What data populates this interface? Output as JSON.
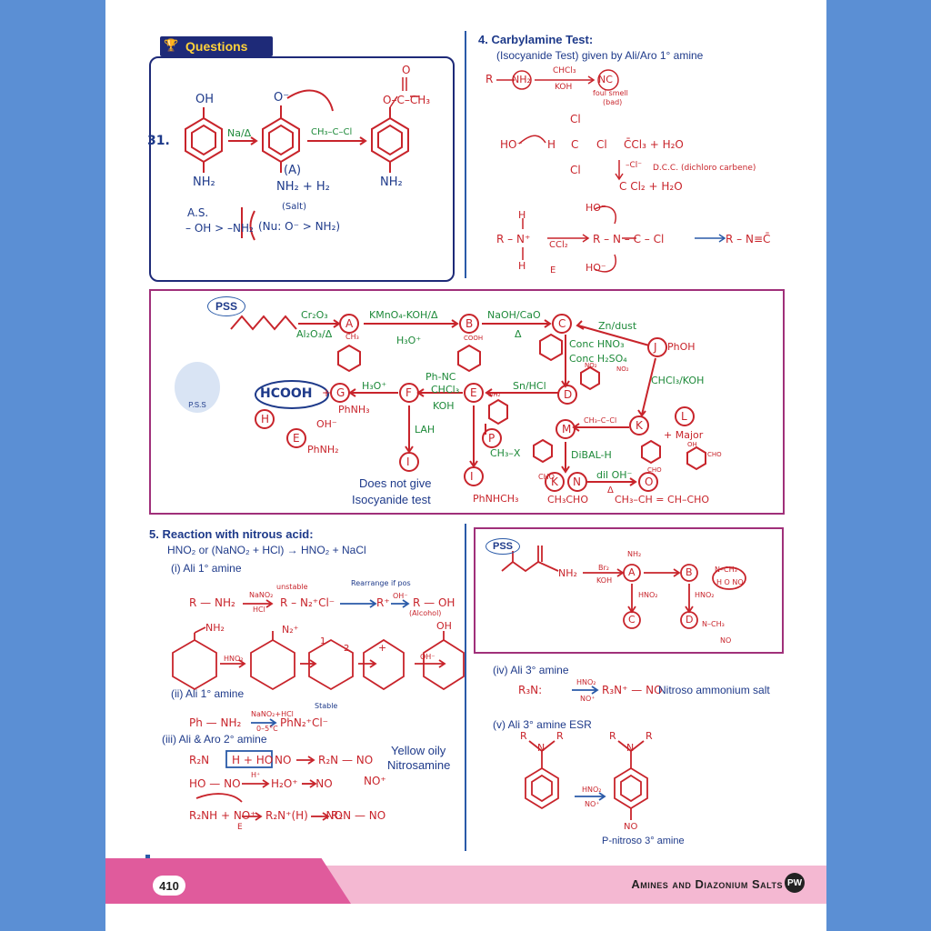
{
  "header": {
    "questions_label": "Questions"
  },
  "q31": {
    "number": "31.",
    "oh": "OH",
    "nh2_left": "NH₂",
    "reagent1": "Na/Δ",
    "o_minus": "O⁻",
    "label_a": "(A)",
    "nh2_h2": "NH₂ + H₂",
    "salt": "(Salt)",
    "reagent2": "CH₃–C–Cl",
    "product_top": "O–C–CH₃",
    "product_o": "O",
    "nh2_right": "NH₂",
    "as_label": "A.S.",
    "as_rule": "– OH > –NH₂",
    "nu_rule": "(Nu: O⁻ > NH₂)"
  },
  "carbylamine": {
    "title": "4.  Carbylamine Test:",
    "subtitle": "(Isocyanide Test) given by Ali/Aro 1° amine",
    "r": "R",
    "nh2": "NH₂",
    "chcl3": "CHCl₃",
    "koh": "KOH",
    "nc": "NC",
    "foul": "foul smell",
    "bad": "(bad)",
    "ho": "HO⁻",
    "h": "H",
    "c": "C",
    "cl": "Cl",
    "ccl3_h2o": "C̄Cl₃ + H₂O",
    "minus_cl": "–Cl⁻",
    "dcc": "D.C.C. (dichloro carbene)",
    "ccl2_h2o": "C Cl₂ + H₂O",
    "step3_left": "R – N⁺",
    "ccl2": "CCl₂",
    "e_label": "E",
    "step3_mid": "R – N – C – Cl",
    "step3_right": "R – N≡C̄"
  },
  "pss": {
    "tag": "PSS",
    "badge": "P.S.S",
    "r1_top": "Cr₂O₃",
    "r1_bot": "Al₂O₃/Δ",
    "a": "A",
    "ch3": "CH₃",
    "r2_top": "KMnO₄-KOH/Δ",
    "r2_bot": "H₃O⁺",
    "b": "B",
    "cooh": "COOH",
    "r3_top": "NaOH/CaO",
    "r3_bot": "Δ",
    "c": "C",
    "zn": "Zn/dust",
    "j": "J",
    "phoh": "PhOH",
    "conc1": "Conc HNO₃",
    "conc2": "Conc H₂SO₄",
    "no2": "NO₂",
    "chcl3koh": "CHCl₃/KOH",
    "d": "D",
    "snhcl": "Sn/HCl",
    "e": "E",
    "nh2": "NH₂",
    "phnc": "Ph-NC",
    "chcl3": "CHCl₃",
    "koh": "KOH",
    "f": "F",
    "h3o": "H₃O⁺",
    "g": "G",
    "hcooh": "HCOOH",
    "plus": "+",
    "phnh3": "PhNH₃",
    "h": "H",
    "oh_minus": "OH⁻",
    "e2": "E",
    "phnh2": "PhNH₂",
    "lah": "LAH",
    "i": "I",
    "not_give1": "Does not give",
    "not_give2": "Isocyanide test",
    "p": "P",
    "ch3x": "CH₃–X",
    "i2": "I",
    "phnhch3": "PhNHCH₃",
    "acyl": "CH₃–C–Cl",
    "m": "M",
    "cho": "CHO",
    "k": "K",
    "l": "L",
    "major": "+ Major",
    "oh": "OH",
    "dibal": "DiBAL-H",
    "k2": "K",
    "n": "N",
    "dil": "dil OH⁻",
    "delta": "Δ",
    "o": "O",
    "ch3cho": "CH₃CHO",
    "final": "CH₃–CH = CH–CHO"
  },
  "nitrous": {
    "title": "5.  Reaction with nitrous acid:",
    "eq": "HNO₂ or (NaNO₂ + HCl) → HNO₂ + NaCl",
    "i_label": "(i)  Ali 1° amine",
    "r_nh2": "R — NH₂",
    "nano2": "NaNO₂",
    "hcl": "HCl",
    "unstable": "unstable",
    "r_n2cl": "R – N₂⁺Cl⁻",
    "rearrange": "Rearrange if pos",
    "r_plus": "R⁺",
    "oh_minus": "OH⁻",
    "r_oh": "R — OH",
    "alcohol": "(Alcohol)",
    "nh2": "NH₂",
    "n2": "N₂⁺",
    "hno2": "HNO₂",
    "one": "1",
    "two": "2",
    "plus": "+",
    "oh": "OH",
    "ii_label": "(ii)  Ali 1° amine",
    "ph_nh2": "Ph — NH₂",
    "nano2_hcl": "NaNO₂+HCl",
    "temp": "0–5°C",
    "stable": "Stable",
    "phn2cl": "PhN₂⁺Cl⁻",
    "iii_label": "(iii)  Ali & Aro 2° amine",
    "r2n": "R₂N",
    "h_ho": "H + HO",
    "no": "NO",
    "r2n_no": "R₂N — NO",
    "yellow1": "Yellow oily",
    "yellow2": "Nitrosamine",
    "ho_no": "HO — NO",
    "h_plus": "H⁺",
    "h2o_no": "H₂O⁺ — NO",
    "no_plus": "NO⁺",
    "r2nh": "R₂NH + NO⁺",
    "e": "E",
    "r2nh_no": "R₂N⁺(H) — NO",
    "r2n_no2": "R₂N — NO"
  },
  "pss2": {
    "tag": "PSS",
    "nh2": "NH₂",
    "br2": "Br₂",
    "koh": "KOH",
    "a": "A",
    "b": "B",
    "hno2": "HNO₂",
    "c": "C",
    "d": "D",
    "nch3": "N–CH₃",
    "no": "NO",
    "ho_no": "H O NO"
  },
  "tertiary": {
    "iv_label": "(iv)  Ali 3° amine",
    "r3n": "R₃N:",
    "hno2": "HNO₂",
    "no_plus": "NO⁺",
    "r3n_no": "R₃N⁺ — NO",
    "salt": "Nitroso ammonium salt",
    "v_label": "(v)  Ali 3° amine ESR",
    "r": "R",
    "n": "N",
    "no": "NO",
    "p_nitroso": "P-nitroso 3° amine"
  },
  "footer": {
    "page": "410",
    "title": "Amines and Diazonium Salts",
    "logo": "PW"
  }
}
